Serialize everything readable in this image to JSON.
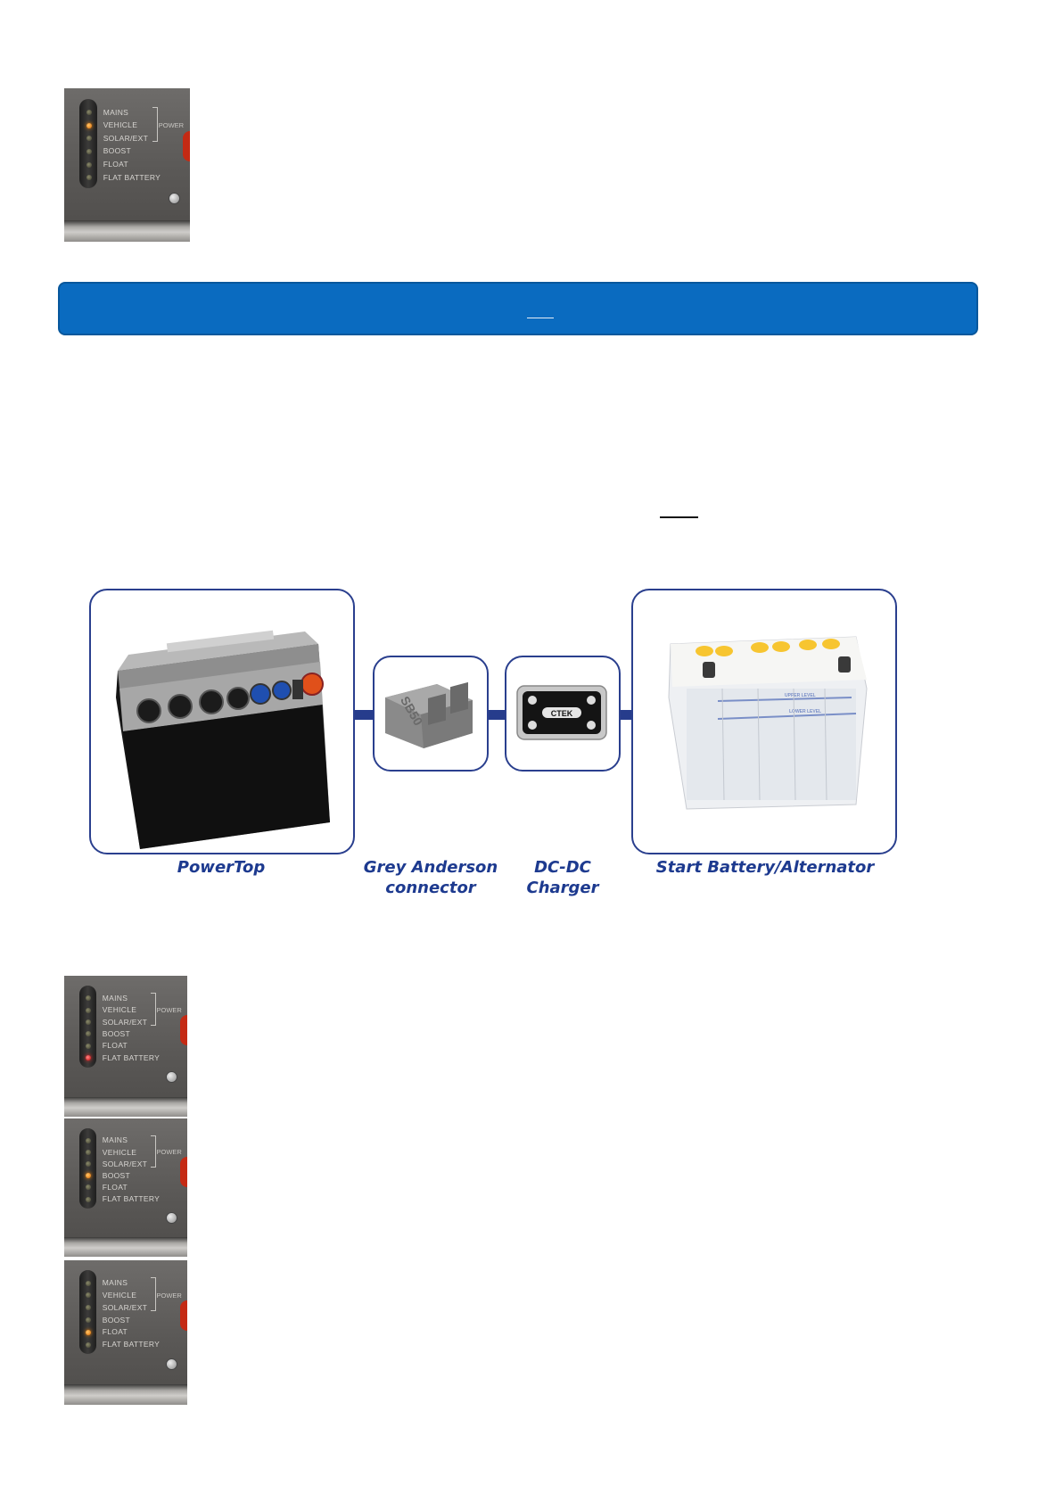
{
  "led_panel_labels": {
    "mains": "MAINS",
    "vehicle": "VEHICLE",
    "solar_ext": "SOLAR/EXT",
    "boost": "BOOST",
    "float": "FLOAT",
    "flat_battery": "FLAT BATTERY",
    "power": "POWER"
  },
  "led_panels": [
    {
      "lit": "vehicle",
      "color": "#ff8a00"
    },
    {
      "lit": "flat_battery",
      "color": "#e01010"
    },
    {
      "lit": "boost",
      "color": "#ff8a00"
    },
    {
      "lit": "float",
      "color": "#ff8a00"
    }
  ],
  "banner": {
    "color": "#0a6bc0"
  },
  "diagram": {
    "captions": {
      "powertop": "PowerTop",
      "anderson_line1": "Grey Anderson",
      "anderson_line2": "connector",
      "dcdc_line1": "DC-DC",
      "dcdc_line2": "Charger",
      "start_battery": "Start Battery/Alternator"
    },
    "anderson_plug_text": "SB50",
    "charger_brand": "CTEK",
    "battery_upper_level": "UPPER LEVEL",
    "battery_lower_level": "LOWER LEVEL",
    "accent_color": "#1d3a8f"
  }
}
